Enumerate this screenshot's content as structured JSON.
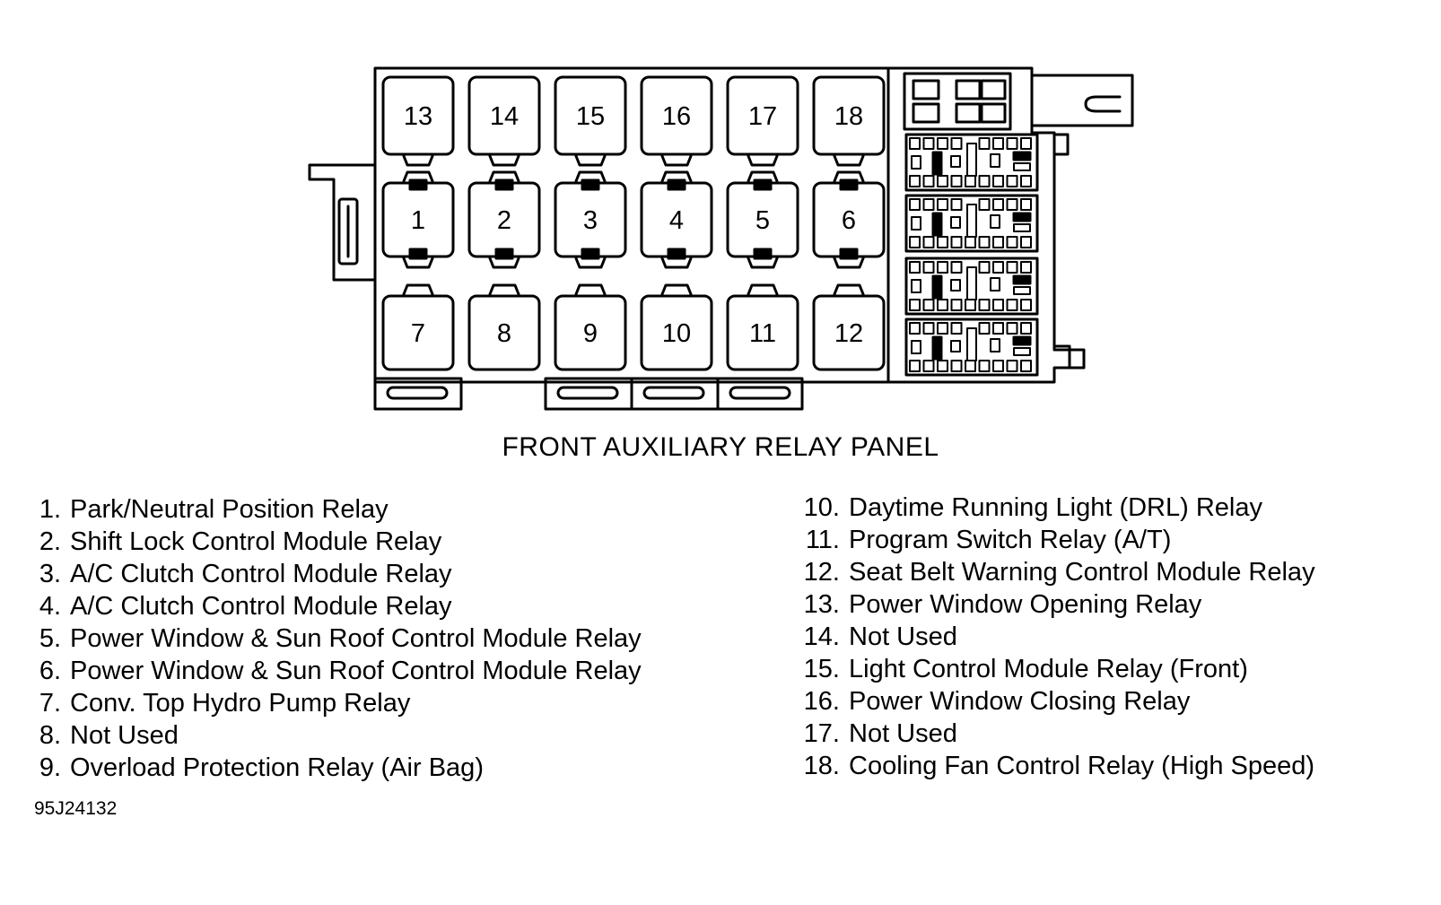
{
  "diagram": {
    "top_row": [
      "13",
      "14",
      "15",
      "16",
      "17",
      "18"
    ],
    "middle_row": [
      "1",
      "2",
      "3",
      "4",
      "5",
      "6"
    ],
    "bottom_row": [
      "7",
      "8",
      "9",
      "10",
      "11",
      "12"
    ]
  },
  "caption": "FRONT AUXILIARY RELAY PANEL",
  "legend_left": [
    {
      "num": "1.",
      "text": "Park/Neutral Position Relay"
    },
    {
      "num": "2.",
      "text": "Shift Lock Control Module Relay"
    },
    {
      "num": "3.",
      "text": "A/C Clutch Control Module Relay"
    },
    {
      "num": "4.",
      "text": "A/C Clutch Control Module Relay"
    },
    {
      "num": "5.",
      "text": "Power Window & Sun Roof Control Module Relay"
    },
    {
      "num": "6.",
      "text": "Power Window & Sun Roof Control Module Relay"
    },
    {
      "num": "7.",
      "text": "Conv. Top Hydro Pump Relay"
    },
    {
      "num": "8.",
      "text": "Not Used"
    },
    {
      "num": "9.",
      "text": "Overload Protection Relay (Air Bag)"
    }
  ],
  "legend_right": [
    {
      "num": "10.",
      "text": "Daytime Running Light (DRL) Relay"
    },
    {
      "num": "11.",
      "text": "Program Switch Relay (A/T)"
    },
    {
      "num": "12.",
      "text": "Seat Belt Warning Control Module Relay"
    },
    {
      "num": "13.",
      "text": "Power Window Opening Relay"
    },
    {
      "num": "14.",
      "text": "Not Used"
    },
    {
      "num": "15.",
      "text": "Light Control Module Relay (Front)"
    },
    {
      "num": "16.",
      "text": "Power Window Closing Relay"
    },
    {
      "num": "17.",
      "text": "Not Used"
    },
    {
      "num": "18.",
      "text": "Cooling Fan Control Relay (High Speed)"
    }
  ],
  "figure_id": "95J24132"
}
